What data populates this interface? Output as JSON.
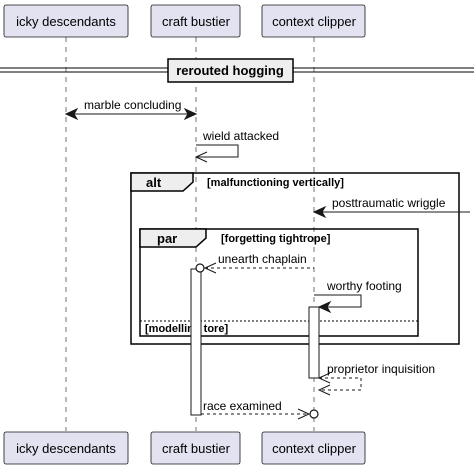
{
  "participants": [
    {
      "id": "icky",
      "label": "icky descendants"
    },
    {
      "id": "craft",
      "label": "craft bustier"
    },
    {
      "id": "context",
      "label": "context clipper"
    }
  ],
  "section": {
    "label": "rerouted hogging"
  },
  "messages": {
    "m1": "marble concluding",
    "m2": "wield attacked",
    "m3": "posttraumatic wriggle",
    "m4": "unearth chaplain",
    "m5": "worthy footing",
    "m6": "proprietor inquisition",
    "m7": "race examined"
  },
  "frames": {
    "alt": {
      "keyword": "alt",
      "guard": "[malfunctioning vertically]"
    },
    "par": {
      "keyword": "par",
      "guard": "[forgetting tightrope]",
      "else_guard": "[modelling tore]"
    }
  }
}
